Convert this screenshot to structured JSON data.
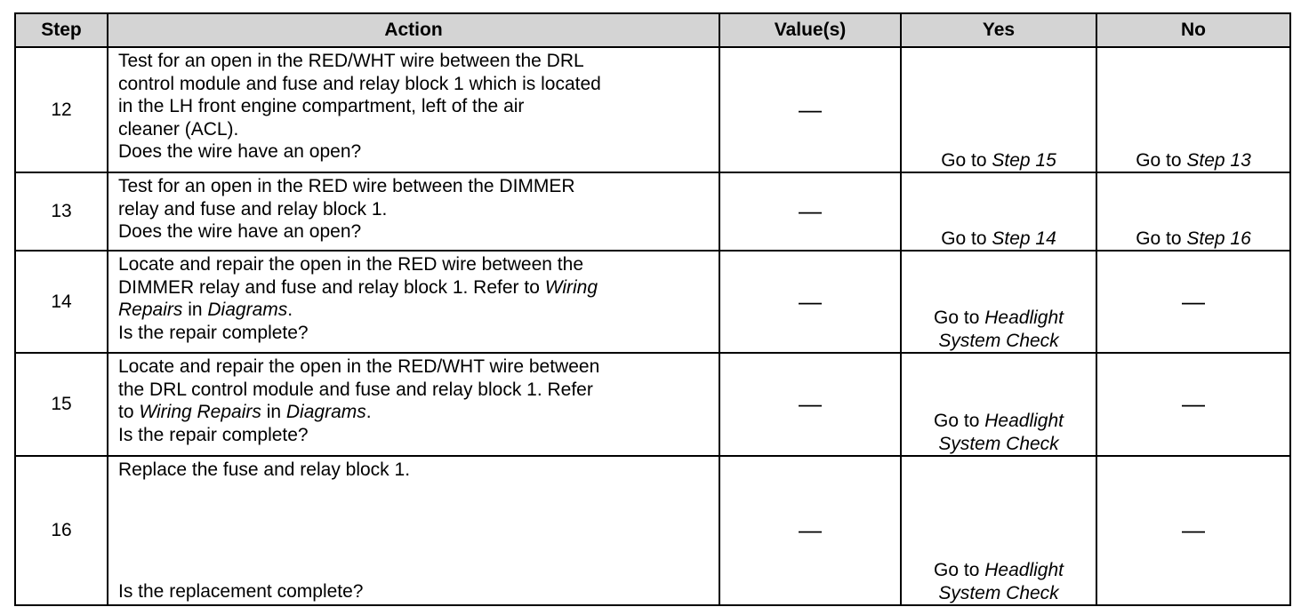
{
  "columns": {
    "step": "Step",
    "action": "Action",
    "values": "Value(s)",
    "yes": "Yes",
    "no": "No"
  },
  "rows": [
    {
      "step": "12",
      "action_lines": [
        "Test for an open in the RED/WHT wire between the DRL",
        "control module and fuse and relay block 1 which is located",
        "in the LH front engine compartment, left of the air",
        "cleaner (ACL)."
      ],
      "question": "Does the wire have an open?",
      "value": "—",
      "yes_prefix": "Go to ",
      "yes_ref": "Step 15",
      "no_prefix": "Go to ",
      "no_ref": "Step 13"
    },
    {
      "step": "13",
      "action_lines": [
        "Test for an open in the RED wire between the DIMMER",
        "relay and fuse and relay block 1."
      ],
      "question": "Does the wire have an open?",
      "value": "—",
      "yes_prefix": "Go to ",
      "yes_ref": "Step 14",
      "no_prefix": "Go to ",
      "no_ref": "Step 16"
    },
    {
      "step": "14",
      "action_line1": "Locate and repair the open in the RED wire between the",
      "action_line2_pre": "DIMMER relay and fuse and relay block 1. Refer to ",
      "action_line2_em": "Wiring",
      "action_line3_em1": "Repairs",
      "action_line3_mid": " in ",
      "action_line3_em2": "Diagrams",
      "action_line3_post": ".",
      "question": "Is the repair complete?",
      "value": "—",
      "yes_prefix": "Go to ",
      "yes_ref1": "Headlight",
      "yes_ref2": "System Check",
      "no": "—"
    },
    {
      "step": "15",
      "action_line1": "Locate and repair the open in the RED/WHT wire between",
      "action_line2": "the DRL control module and fuse and relay block 1. Refer",
      "action_line3_pre": "to ",
      "action_line3_em1": "Wiring Repairs",
      "action_line3_mid": " in ",
      "action_line3_em2": "Diagrams",
      "action_line3_post": ".",
      "question": "Is the repair complete?",
      "value": "—",
      "yes_prefix": "Go to ",
      "yes_ref1": "Headlight",
      "yes_ref2": "System Check",
      "no": "—"
    },
    {
      "step": "16",
      "action": "Replace the fuse and relay block 1.",
      "question": "Is the replacement complete?",
      "value": "—",
      "yes_prefix": "Go to ",
      "yes_ref1": "Headlight",
      "yes_ref2": "System Check",
      "no": "—"
    }
  ]
}
